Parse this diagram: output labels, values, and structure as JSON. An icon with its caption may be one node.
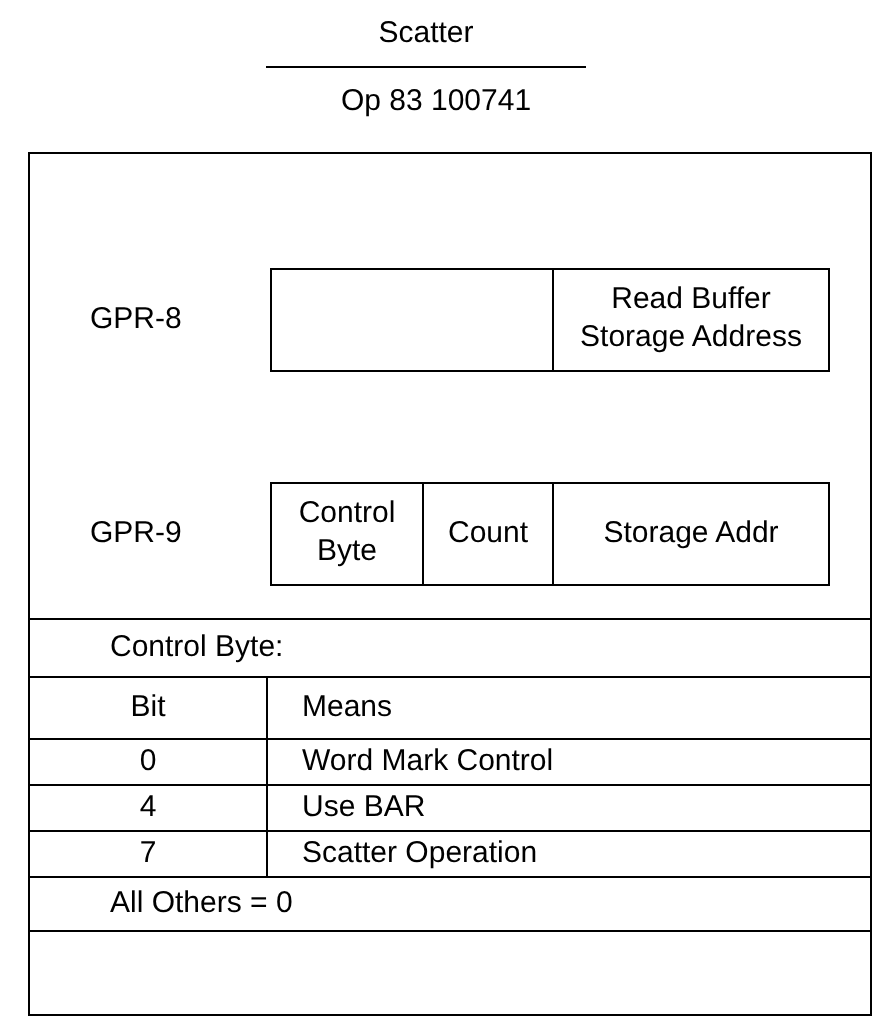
{
  "diagram": {
    "title": "Scatter",
    "nodes": [
      {
        "text": [],
        "shape": "box"
      },
      {
        "text": [],
        "shape": "box",
        "in": 0
      },
      {
        "text": [
          "Read Buffer Storage Address"
        ],
        "in": 0
      },
      {
        "text": [
          "Control Byte"
        ],
        "in": 0
      },
      {
        "text": [
          "Count"
        ],
        "in": 0
      },
      {
        "text": [
          "Storage Addr"
        ],
        "in": 0
      }
    ],
    "labels": [
      "Op 83 100741",
      "GPR-8",
      "GPR-9",
      "Control Byte:",
      "Bit",
      "Means",
      "0",
      "Word Mark Control",
      "4",
      "Use BAR",
      "7",
      "Scatter Operation",
      "All Others = 0"
    ]
  }
}
